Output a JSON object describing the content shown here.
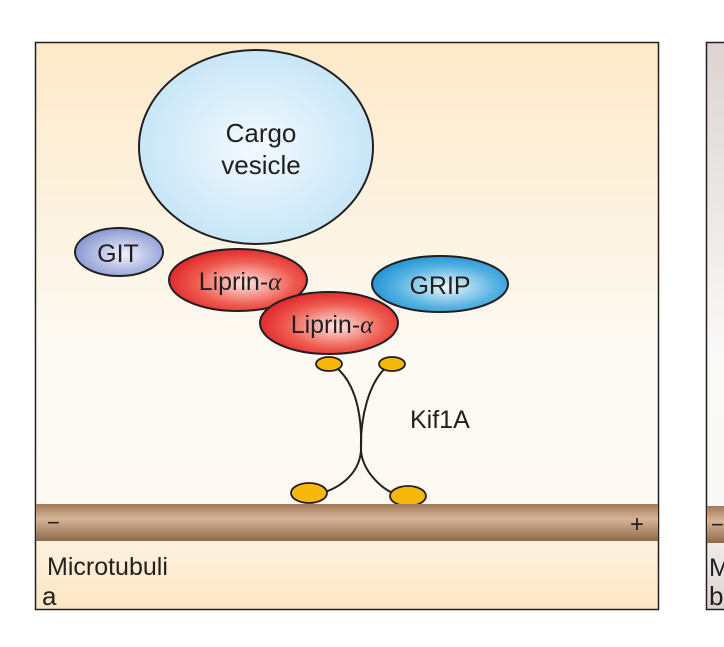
{
  "panels": [
    {
      "letter": "a",
      "cargo": {
        "line1": "Cargo",
        "line2": "vesicle"
      },
      "proteins": {
        "git": "GIT",
        "liprin_top": {
          "text": "Liprin-",
          "greek": "α"
        },
        "liprin_bottom": {
          "text": "Liprin-",
          "greek": "α"
        },
        "grip": "GRIP"
      },
      "motor": "Kif1A",
      "microtubule": {
        "label": "Microtubuli",
        "minus": "−",
        "plus": "+"
      }
    },
    {
      "letter": "b",
      "microtubule": {
        "label_partial": "M",
        "minus": "−"
      }
    }
  ],
  "colors": {
    "panel_a_top": "#fde9c8",
    "panel_a_mid": "#fdfaf4",
    "panel_b_top": "#ddd4d2",
    "vesicle": "#c9e6f7",
    "git": "#8e9ed6",
    "liprin": "#e3262b",
    "grip": "#1f94d3",
    "motor_head": "#f7b80a",
    "microtubule": "#b98e6c",
    "outline": "#231f20"
  }
}
